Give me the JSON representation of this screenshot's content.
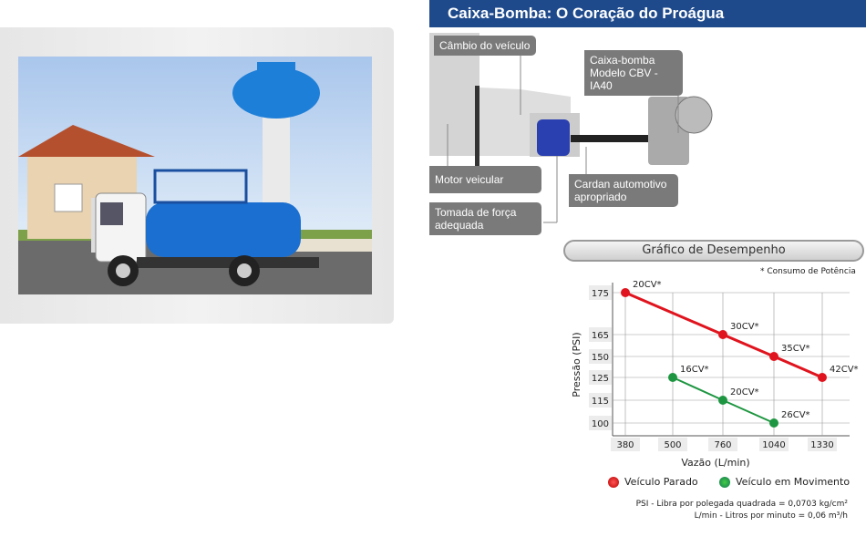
{
  "header": {
    "title": "Caixa-Bomba: O Coração do Proágua"
  },
  "diagram": {
    "labels": {
      "cambio": "Câmbio do veículo",
      "caixa_bomba_1": "Caixa-bomba",
      "caixa_bomba_2": "Modelo CBV - IA40",
      "motor": "Motor veicular",
      "cardan_1": "Cardan automotivo",
      "cardan_2": "apropriado",
      "tomada_1": "Tomada de força",
      "tomada_2": "adequada"
    }
  },
  "graph": {
    "title": "Gráfico de Desempenho",
    "note": "* Consumo de Potência"
  },
  "chart_data": {
    "type": "line",
    "xlabel": "Vazão (L/min)",
    "ylabel": "Pressão (PSI)",
    "x_ticks": [
      380,
      500,
      760,
      1040,
      1330
    ],
    "y_ticks": [
      175,
      165,
      150,
      125,
      115,
      100
    ],
    "series": [
      {
        "name": "Veículo Parado",
        "color": "#e0141e",
        "points": [
          {
            "x": 380,
            "y": 175,
            "label": "20CV*"
          },
          {
            "x": 760,
            "y": 165,
            "label": "30CV*"
          },
          {
            "x": 1040,
            "y": 150,
            "label": "35CV*"
          },
          {
            "x": 1330,
            "y": 125,
            "label": "42CV*"
          }
        ]
      },
      {
        "name": "Veículo em Movimento",
        "color": "#1e9641",
        "points": [
          {
            "x": 500,
            "y": 125,
            "label": "16CV*"
          },
          {
            "x": 760,
            "y": 115,
            "label": "20CV*"
          },
          {
            "x": 1040,
            "y": 100,
            "label": "26CV*"
          }
        ]
      }
    ]
  },
  "footnotes": {
    "psi": "PSI - Libra por polegada quadrada = 0,0703 kg/cm²",
    "lmin": "L/min - Litros por minuto = 0,06 m³/h"
  }
}
